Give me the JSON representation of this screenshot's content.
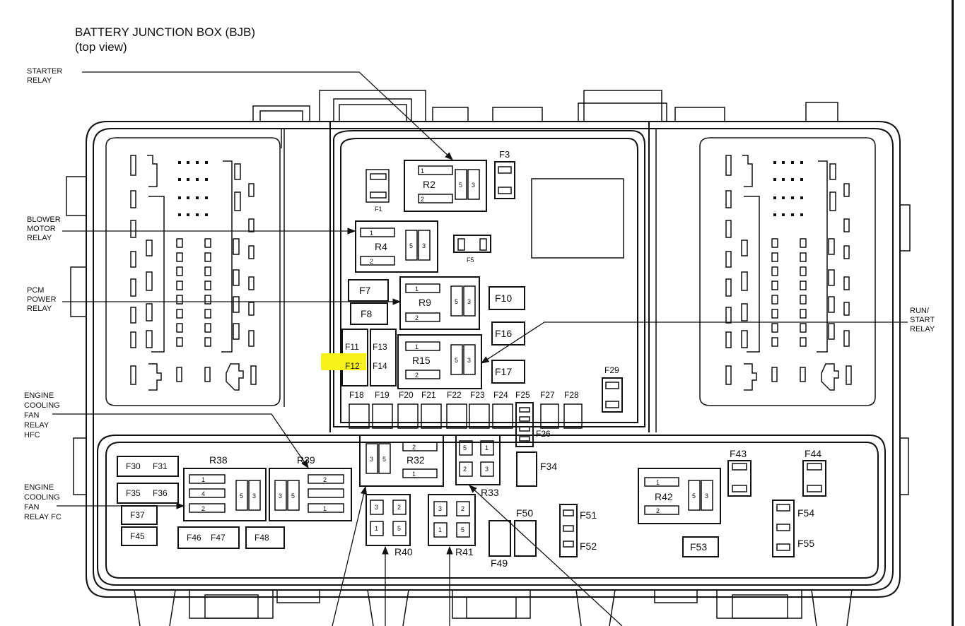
{
  "title": "BATTERY JUNCTION BOX (BJB)",
  "subtitle": "(top view)",
  "callouts": {
    "starter_relay": [
      "STARTER",
      "RELAY"
    ],
    "blower_motor_relay": [
      "BLOWER",
      "MOTOR",
      "RELAY"
    ],
    "pcm_power_relay": [
      "PCM",
      "POWER",
      "RELAY"
    ],
    "run_start_relay": [
      "RUN/",
      "START",
      "RELAY"
    ],
    "engine_cooling_fan_relay_hfc": [
      "ENGINE",
      "COOLING",
      "FAN",
      "RELAY",
      "HFC"
    ],
    "engine_cooling_fan_relay_fc": [
      "ENGINE",
      "COOLING",
      "FAN",
      "RELAY FC"
    ]
  },
  "relays": {
    "R2": {
      "label": "R2",
      "pins": [
        "1",
        "2",
        "5",
        "3"
      ]
    },
    "R4": {
      "label": "R4",
      "pins": [
        "1",
        "2",
        "5",
        "3"
      ]
    },
    "R9": {
      "label": "R9",
      "pins": [
        "1",
        "2",
        "5",
        "3"
      ]
    },
    "R15": {
      "label": "R15",
      "pins": [
        "1",
        "2",
        "5",
        "3"
      ]
    },
    "R32": {
      "label": "R32",
      "pins": [
        "3",
        "5",
        "2",
        "1"
      ]
    },
    "R33": {
      "label": "R33",
      "pins": [
        "5",
        "1",
        "2",
        "3"
      ]
    },
    "R38": {
      "label": "R38",
      "pins": [
        "1",
        "4",
        "2",
        "5",
        "3"
      ]
    },
    "R39": {
      "label": "R39",
      "pins": [
        "3",
        "5",
        "2",
        "1"
      ]
    },
    "R40": {
      "label": "R40",
      "pins": [
        "3",
        "2",
        "1",
        "5"
      ]
    },
    "R41": {
      "label": "R41",
      "pins": [
        "3",
        "2",
        "1",
        "5"
      ]
    },
    "R42": {
      "label": "R42",
      "pins": [
        "1",
        "2",
        "5",
        "3"
      ]
    }
  },
  "fuses": {
    "F1": "F1",
    "F3": "F3",
    "F5": "F5",
    "F7": "F7",
    "F8": "F8",
    "F10": "F10",
    "F11": "F11",
    "F12": "F12",
    "F13": "F13",
    "F14": "F14",
    "F16": "F16",
    "F17": "F17",
    "F18": "F18",
    "F19": "F19",
    "F20": "F20",
    "F21": "F21",
    "F22": "F22",
    "F23": "F23",
    "F24": "F24",
    "F25": "F25",
    "F26": "F26",
    "F27": "F27",
    "F28": "F28",
    "F29": "F29",
    "F30": "F30",
    "F31": "F31",
    "F34": "F34",
    "F35": "F35",
    "F36": "F36",
    "F37": "F37",
    "F43": "F43",
    "F44": "F44",
    "F45": "F45",
    "F46": "F46",
    "F47": "F47",
    "F48": "F48",
    "F49": "F49",
    "F50": "F50",
    "F51": "F51",
    "F52": "F52",
    "F53": "F53",
    "F54": "F54",
    "F55": "F55"
  },
  "colors": {
    "line": "#111111",
    "highlight": "#f7f31a",
    "background": "#ffffff"
  }
}
